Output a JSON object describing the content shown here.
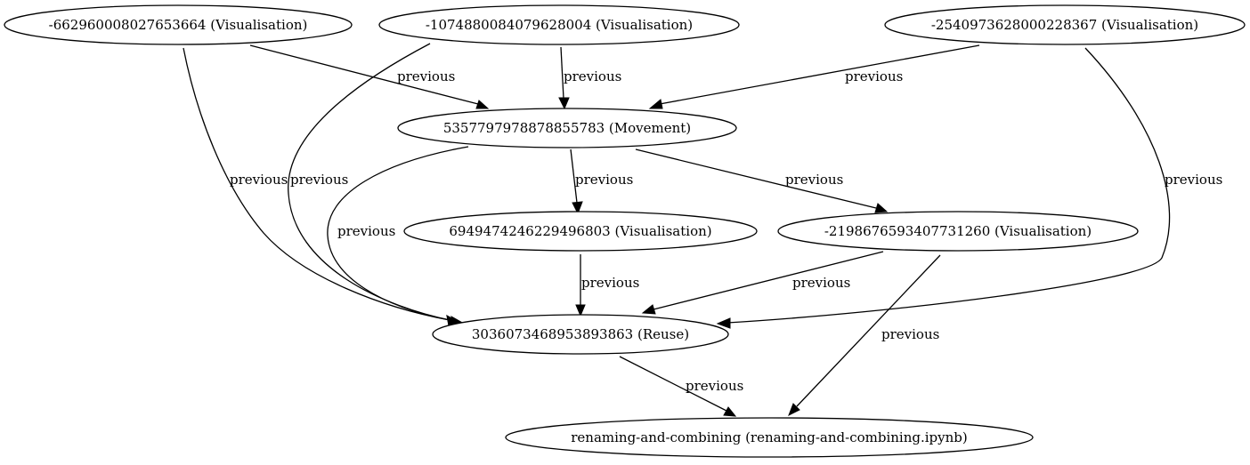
{
  "graph": {
    "nodes": [
      {
        "id": "n1",
        "label": "-662960008027653664 (Visualisation)"
      },
      {
        "id": "n2",
        "label": "-1074880084079628004 (Visualisation)"
      },
      {
        "id": "n3",
        "label": "-2540973628000228367 (Visualisation)"
      },
      {
        "id": "n4",
        "label": "5357797978878855783 (Movement)"
      },
      {
        "id": "n5",
        "label": "6949474246229496803 (Visualisation)"
      },
      {
        "id": "n6",
        "label": "-2198676593407731260 (Visualisation)"
      },
      {
        "id": "n7",
        "label": "3036073468953893863 (Reuse)"
      },
      {
        "id": "n8",
        "label": "renaming-and-combining (renaming-and-combining.ipynb)"
      }
    ],
    "edges": [
      {
        "from": "n1",
        "to": "n4",
        "label": "previous"
      },
      {
        "from": "n2",
        "to": "n4",
        "label": "previous"
      },
      {
        "from": "n3",
        "to": "n4",
        "label": "previous"
      },
      {
        "from": "n1",
        "to": "n7",
        "label": "previous"
      },
      {
        "from": "n2",
        "to": "n7",
        "label": "previous"
      },
      {
        "from": "n3",
        "to": "n7",
        "label": "previous"
      },
      {
        "from": "n4",
        "to": "n5",
        "label": "previous"
      },
      {
        "from": "n4",
        "to": "n6",
        "label": "previous"
      },
      {
        "from": "n4",
        "to": "n7",
        "label": "previous"
      },
      {
        "from": "n5",
        "to": "n7",
        "label": "previous"
      },
      {
        "from": "n6",
        "to": "n7",
        "label": "previous"
      },
      {
        "from": "n6",
        "to": "n8",
        "label": "previous"
      },
      {
        "from": "n7",
        "to": "n8",
        "label": "previous"
      }
    ]
  }
}
